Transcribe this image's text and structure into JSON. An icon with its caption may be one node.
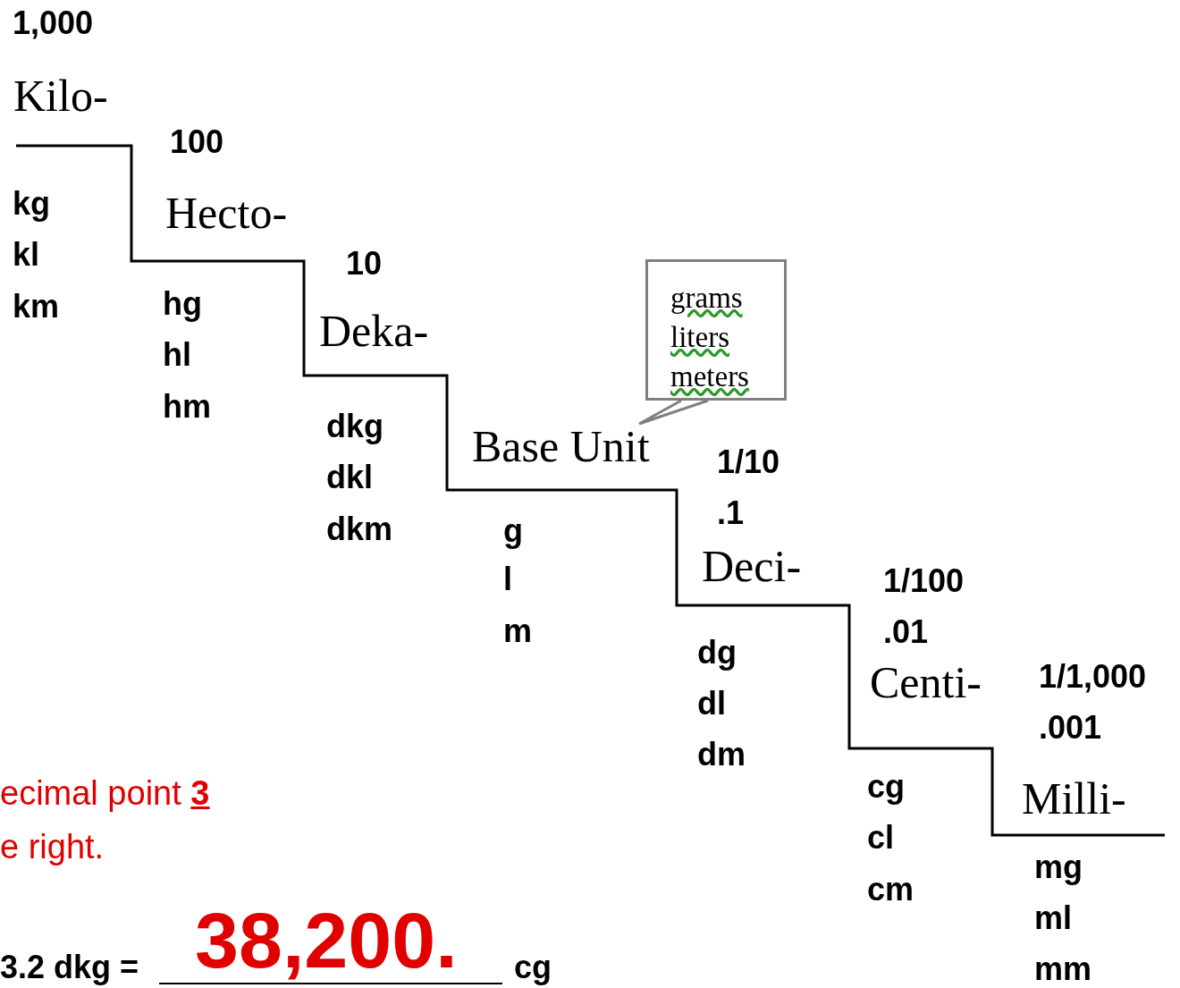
{
  "diagram": {
    "nodes": [
      {
        "text": [
          "Base Unit"
        ]
      },
      {
        "text": [
          "grams liters meters"
        ]
      }
    ],
    "edges": [
      {
        "from": 1,
        "to": 0,
        "arrow": "none"
      }
    ],
    "labels": [
      "1,000",
      "Kilo-",
      "kg",
      "kl",
      "km",
      "100",
      "Hecto-",
      "hg",
      "hl",
      "hm",
      "10",
      "Deka-",
      "dkg",
      "dkl",
      "dkm",
      "g",
      "l",
      "m",
      "1/10",
      ".1",
      "Deci-",
      "dg",
      "dl",
      "dm",
      "1/100",
      ".01",
      "Centi-",
      "cg",
      "cl",
      "cm",
      "1/1,000",
      ".001",
      "Milli-",
      "mg",
      "ml",
      "mm",
      "ecimal point **3**",
      "e right.",
      "3.2 dkg =",
      "38,200.",
      "cg"
    ]
  }
}
